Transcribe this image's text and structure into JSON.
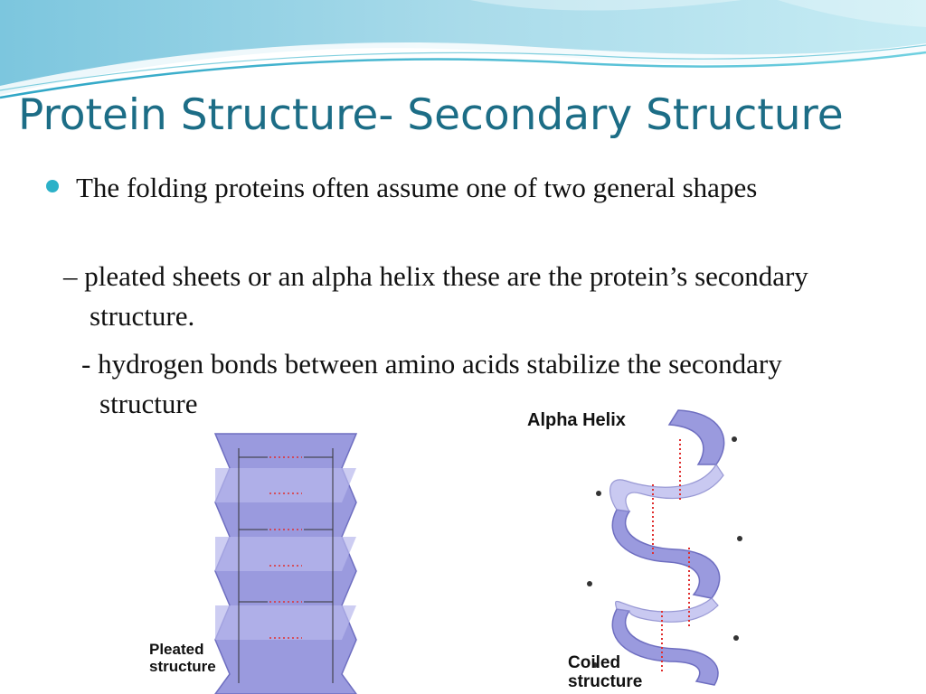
{
  "slide": {
    "title": "Protein Structure- Secondary Structure",
    "bullets": [
      "The folding proteins often assume one of two general shapes",
      "– pleated sheets or an alpha helix these are the protein’s secondary structure.",
      "- hydrogen bonds between amino acids stabilize the secondary structure"
    ]
  },
  "figures": {
    "alpha_helix_label": "Alpha Helix",
    "pleated_label_line1": "Pleated",
    "pleated_label_line2": "structure",
    "coiled_label_line1": "Coiled",
    "coiled_label_line2": "structure"
  },
  "colors": {
    "title": "#1c6d86",
    "bullet": "#2cb1c8",
    "sheet_fill": "#8e8ed8",
    "wave_accent": "#3fb6cf"
  }
}
